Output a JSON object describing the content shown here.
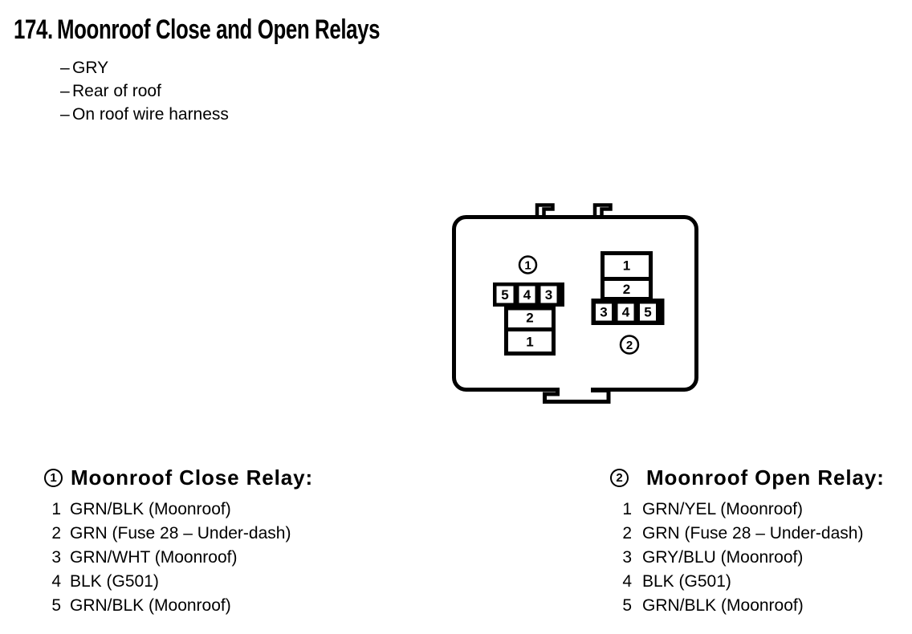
{
  "header": {
    "number": "174.",
    "title": "Moonroof Close and Open Relays",
    "bullet_dash": "–",
    "bullets": [
      "GRY",
      "Rear of roof",
      "On roof wire harness"
    ]
  },
  "diagram": {
    "connector1": {
      "callout": "1",
      "top_row": [
        "5",
        "4",
        "3"
      ],
      "body": [
        "2",
        "1"
      ]
    },
    "connector2": {
      "callout": "2",
      "body": [
        "1",
        "2"
      ],
      "bottom_row": [
        "3",
        "4",
        "5"
      ]
    }
  },
  "legends": [
    {
      "callout": "1",
      "heading": "Moonroof Close Relay:",
      "items": [
        {
          "pin": "1",
          "desc": "GRN/BLK (Moonroof)"
        },
        {
          "pin": "2",
          "desc": "GRN (Fuse 28 – Under-dash)"
        },
        {
          "pin": "3",
          "desc": "GRN/WHT (Moonroof)"
        },
        {
          "pin": "4",
          "desc": "BLK (G501)"
        },
        {
          "pin": "5",
          "desc": "GRN/BLK (Moonroof)"
        }
      ]
    },
    {
      "callout": "2",
      "heading": "Moonroof Open Relay:",
      "items": [
        {
          "pin": "1",
          "desc": "GRN/YEL (Moonroof)"
        },
        {
          "pin": "2",
          "desc": "GRN (Fuse 28 – Under-dash)"
        },
        {
          "pin": "3",
          "desc": "GRY/BLU (Moonroof)"
        },
        {
          "pin": "4",
          "desc": "BLK (G501)"
        },
        {
          "pin": "5",
          "desc": "GRN/BLK (Moonroof)"
        }
      ]
    }
  ],
  "colors": {
    "ink": "#000000",
    "paper": "#ffffff"
  }
}
